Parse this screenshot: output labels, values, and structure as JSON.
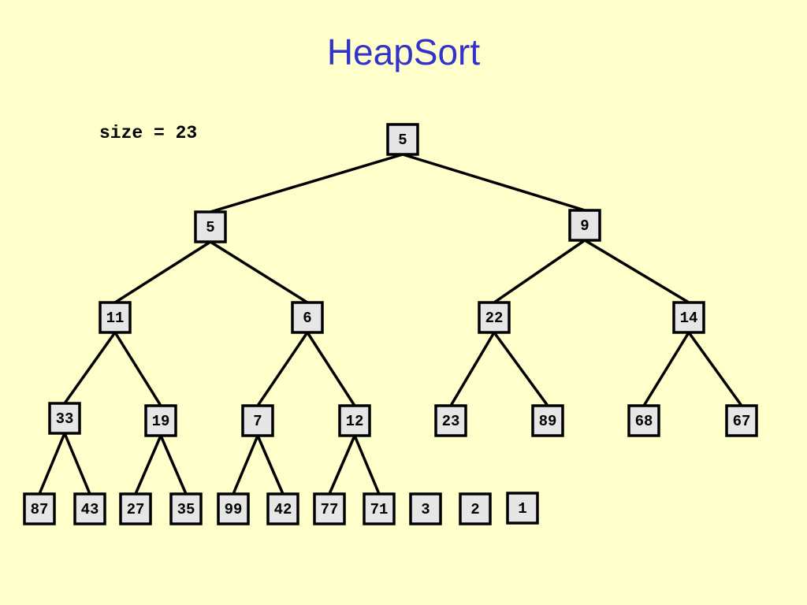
{
  "title": "HeapSort",
  "size_label": "size = 23",
  "colors": {
    "background": "#ffffcc",
    "title": "#3333cc",
    "node_fill": "#e6e6e6",
    "node_border": "#000000"
  },
  "heap": [
    5,
    5,
    9,
    11,
    6,
    22,
    14,
    33,
    19,
    7,
    12,
    23,
    89,
    68,
    67,
    87,
    43,
    27,
    35,
    99,
    42,
    77,
    71
  ],
  "sorted_tail": [
    3,
    2,
    1
  ]
}
